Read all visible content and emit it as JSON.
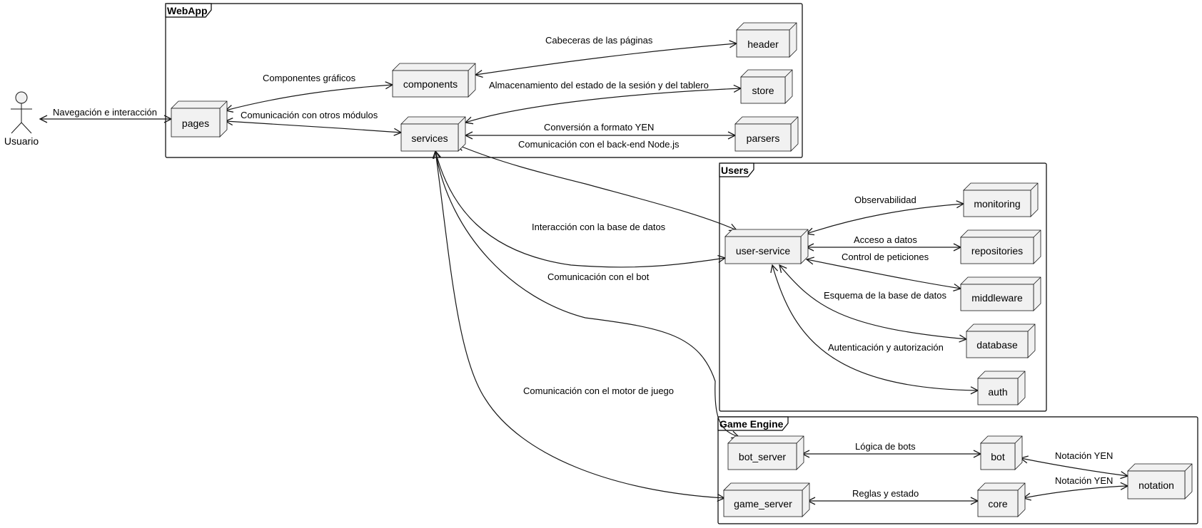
{
  "actor": {
    "label": "Usuario"
  },
  "packages": {
    "webapp": "WebApp",
    "users": "Users",
    "game_engine": "Game Engine"
  },
  "nodes": {
    "pages": "pages",
    "components": "components",
    "services": "services",
    "header": "header",
    "store": "store",
    "parsers": "parsers",
    "user_service": "user-service",
    "monitoring": "monitoring",
    "repositories": "repositories",
    "middleware": "middleware",
    "database": "database",
    "auth": "auth",
    "bot_server": "bot_server",
    "game_server": "game_server",
    "bot": "bot",
    "core": "core",
    "notation": "notation"
  },
  "edges": {
    "navegacion": "Navegación e interacción",
    "componentes": "Componentes gráficos",
    "comunicacion_modulos": "Comunicación con otros módulos",
    "cabeceras": "Cabeceras de las páginas",
    "almacenamiento": "Almacenamiento del estado de la sesión y del tablero",
    "conversion": "Conversión a formato YEN",
    "backend": "Comunicación con el back-end Node.js",
    "interaccion_bd": "Interacción con la base de datos",
    "comunicacion_bot": "Comunicación con el bot",
    "motor_juego": "Comunicación con el motor de juego",
    "observabilidad": "Observabilidad",
    "acceso_datos": "Acceso a datos",
    "control_peticiones": "Control de peticiones",
    "esquema_bd": "Esquema de la base de datos",
    "autenticacion": "Autenticación y autorización",
    "logica_bots": "Lógica de bots",
    "reglas_estado": "Reglas y estado",
    "notacion_bot": "Notación YEN",
    "notacion_core": "Notación YEN"
  }
}
